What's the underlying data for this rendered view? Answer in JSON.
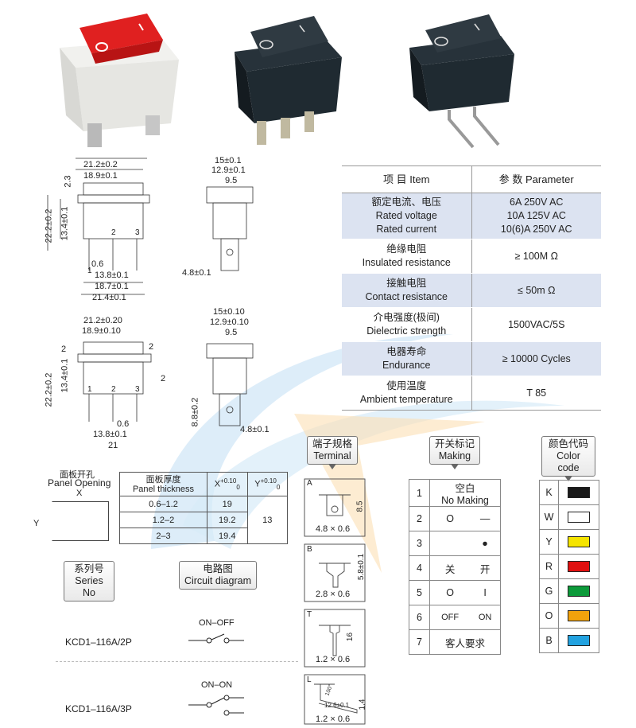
{
  "colors": {
    "table_shade": "#dce3f1",
    "swatch_black": "#1a1a1a",
    "swatch_white": "#ffffff",
    "swatch_yellow": "#f5e400",
    "swatch_red": "#e01010",
    "swatch_green": "#0c9a3a",
    "swatch_orange": "#f2a20c",
    "swatch_blue": "#22a2e0"
  },
  "spec": {
    "header_left": "项 目   Item",
    "header_right": "参 数   Parameter",
    "rows": [
      {
        "cn": "额定电流、电压",
        "en1": "Rated voltage",
        "en2": "Rated current",
        "v1": "6A  250V AC",
        "v2": "10A 125V AC",
        "v3": "10(6)A  250V AC"
      },
      {
        "cn": "绝缘电阻",
        "en": "Insulated resistance",
        "v": "≥ 100M Ω"
      },
      {
        "cn": "接触电阻",
        "en": "Contact resistance",
        "v": "≤ 50m Ω"
      },
      {
        "cn": "介电强度(极间)",
        "en": "Dielectric strength",
        "v": "1500VAC/5S"
      },
      {
        "cn": "电器寿命",
        "en": "Endurance",
        "v": "≥ 10000 Cycles"
      },
      {
        "cn": "使用温度",
        "en": "Ambient temperature",
        "v": "T 85"
      }
    ]
  },
  "drawing_top": {
    "w_outer": "21.2±0.2",
    "w_inner": "18.9±0.1",
    "h_top": "2.3",
    "h_total": "22.2±0.2",
    "h_body": "13.4±0.1",
    "pin_w": "0.6",
    "pin_span": "13.8±0.1",
    "base_w": "18.7±0.1",
    "base_w2": "21.4±0.1",
    "pins": [
      "1",
      "2",
      "3"
    ],
    "side_w1": "15±0.1",
    "side_w2": "12.9±0.1",
    "side_w3": "9.5",
    "side_term": "4.8±0.1"
  },
  "drawing_bottom": {
    "w_outer": "21.2±0.20",
    "w_inner": "18.9±0.10",
    "h_a": "2",
    "h_b": "2",
    "h_c": "2",
    "h_total": "22.2±0.2",
    "h_body": "13.4±0.1",
    "pin_w": "0.6",
    "pin_span": "13.8±0.1",
    "base_w": "21",
    "pins": [
      "1",
      "2",
      "3"
    ],
    "side_w1": "15±0.10",
    "side_w2": "12.9±0.10",
    "side_w3": "9.5",
    "side_h": "8.8±0.2",
    "side_term": "4.8±0.1"
  },
  "panel": {
    "title_cn": "面板开孔",
    "title_en": "Panel Opening",
    "x": "X",
    "y": "Y",
    "col1_cn": "面板厚度",
    "col1_en": "Panel thickness",
    "col2": "X",
    "col2_sup": "+0.10",
    "col2_sub": "0",
    "col3": "Y",
    "col3_sup": "+0.10",
    "col3_sub": "0",
    "rows": [
      {
        "t": "0.6–1.2",
        "x": "19"
      },
      {
        "t": "1.2–2",
        "x": "19.2"
      },
      {
        "t": "2–3",
        "x": "19.4"
      }
    ],
    "y_value": "13"
  },
  "series": {
    "hdr_cn": "系列号",
    "hdr_en": "Series No",
    "circuit_cn": "电路图",
    "circuit_en": "Circuit diagram",
    "items": [
      {
        "name": "KCD1–116A/2P",
        "circuit": "ON–OFF"
      },
      {
        "name": "KCD1–116A/3P",
        "circuit": "ON–ON"
      }
    ]
  },
  "terminal": {
    "hdr_cn": "端子规格",
    "hdr_en": "Terminal",
    "items": [
      {
        "code": "A",
        "dim": "4.8 × 0.6",
        "h": "8.5"
      },
      {
        "code": "B",
        "dim": "2.8 × 0.6",
        "h": "5.8±0.1"
      },
      {
        "code": "T",
        "dim": "1.2 × 0.6",
        "h": "16"
      },
      {
        "code": "L",
        "dim": "1.2 × 0.6",
        "h": "1.4",
        "len": "12.6±0.1",
        "ang": "100°"
      }
    ]
  },
  "making": {
    "hdr_cn": "开关标记",
    "hdr_en": "Making",
    "rows": [
      {
        "n": "1",
        "a": "空白",
        "b": "No Making"
      },
      {
        "n": "2",
        "a": "O",
        "b": "—"
      },
      {
        "n": "3",
        "a": "",
        "b": "●"
      },
      {
        "n": "4",
        "a": "关",
        "b": "开"
      },
      {
        "n": "5",
        "a": "O",
        "b": "I"
      },
      {
        "n": "6",
        "a": "OFF",
        "b": "ON"
      },
      {
        "n": "7",
        "a": "客人要求",
        "b": ""
      }
    ]
  },
  "colorcode": {
    "hdr_cn": "颜色代码",
    "hdr_en": "Color code",
    "rows": [
      {
        "k": "K",
        "c": "#1a1a1a"
      },
      {
        "k": "W",
        "c": "#ffffff"
      },
      {
        "k": "Y",
        "c": "#f5e400"
      },
      {
        "k": "R",
        "c": "#e01010"
      },
      {
        "k": "G",
        "c": "#0c9a3a"
      },
      {
        "k": "O",
        "c": "#f2a20c"
      },
      {
        "k": "B",
        "c": "#22a2e0"
      }
    ]
  }
}
